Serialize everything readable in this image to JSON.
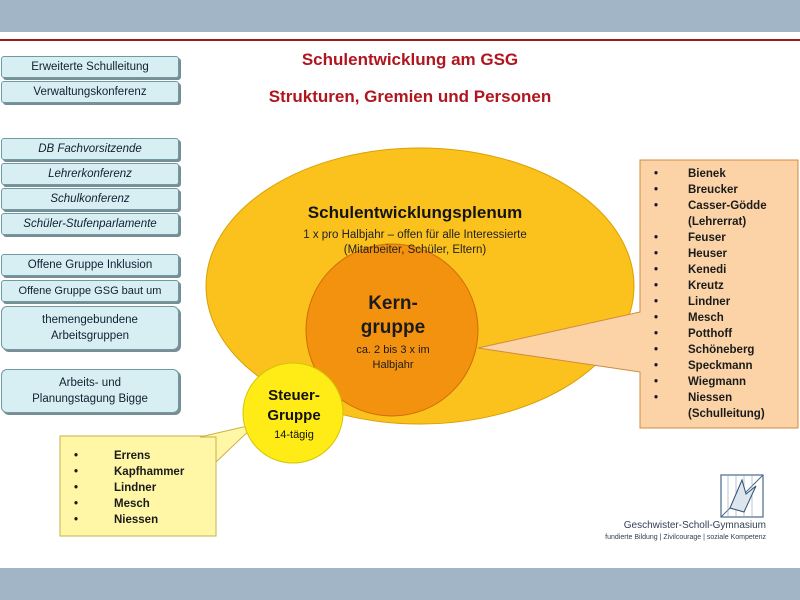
{
  "header": {
    "title": "Schulentwicklung am GSG",
    "subtitle": "Strukturen, Gremien und Personen"
  },
  "left_boxes": [
    {
      "label": "Erweiterte Schulleitung",
      "italic": false
    },
    {
      "label": "Verwaltungskonferenz",
      "italic": false
    },
    {
      "label": "DB Fachvorsitzende",
      "italic": true
    },
    {
      "label": "Lehrerkonferenz",
      "italic": true
    },
    {
      "label": "Schulkonferenz",
      "italic": true
    },
    {
      "label": "Schüler-Stufenparlamente",
      "italic": true
    },
    {
      "label": "Offene Gruppe Inklusion",
      "italic": false
    },
    {
      "label": "Offene Gruppe GSG baut um",
      "italic": false
    },
    {
      "label": "themengebundene Arbeitsgruppen",
      "italic": false
    },
    {
      "label": "Arbeits- und Planungstagung Bigge",
      "italic": false
    }
  ],
  "plenum": {
    "title": "Schulentwicklungsplenum",
    "line1": "1 x  pro Halbjahr – offen für alle Interessierte",
    "line2": "(Mitarbeiter, Schüler, Eltern)"
  },
  "kern": {
    "line1": "Kern-",
    "line2": "gruppe",
    "line3": "ca. 2 bis 3 x im",
    "line4": "Halbjahr"
  },
  "steuer": {
    "line1": "Steuer-",
    "line2": "Gruppe",
    "line3": "14-tägig"
  },
  "kern_members": [
    {
      "name": "Bienek"
    },
    {
      "name": "Breucker"
    },
    {
      "name": "Casser-Gödde",
      "cont": "(Lehrerrat)"
    },
    {
      "name": "Feuser"
    },
    {
      "name": "Heuser"
    },
    {
      "name": "Kenedi"
    },
    {
      "name": "Kreutz"
    },
    {
      "name": "Lindner"
    },
    {
      "name": "Mesch"
    },
    {
      "name": "Potthoff"
    },
    {
      "name": "Schöneberg"
    },
    {
      "name": "Speckmann"
    },
    {
      "name": "Wiegmann"
    },
    {
      "name": "Niessen",
      "cont": "(Schulleitung)"
    }
  ],
  "steuer_members": [
    "Errens",
    "Kapfhammer",
    "Lindner",
    "Mesch",
    "Niessen"
  ],
  "logo": {
    "name": "Geschwister-Scholl-Gymnasium",
    "tagline": "fundierte Bildung | Zivilcourage | soziale Kompetenz",
    "icon": "school-logo-icon"
  },
  "colors": {
    "title_red": "#b0161f",
    "band": "#a2b5c6",
    "plenum": "#fbc21e",
    "kern": "#f3920f",
    "steuer": "#ffec16",
    "callout_right": "#fbd3a6",
    "callout_left": "#fff6a6"
  }
}
